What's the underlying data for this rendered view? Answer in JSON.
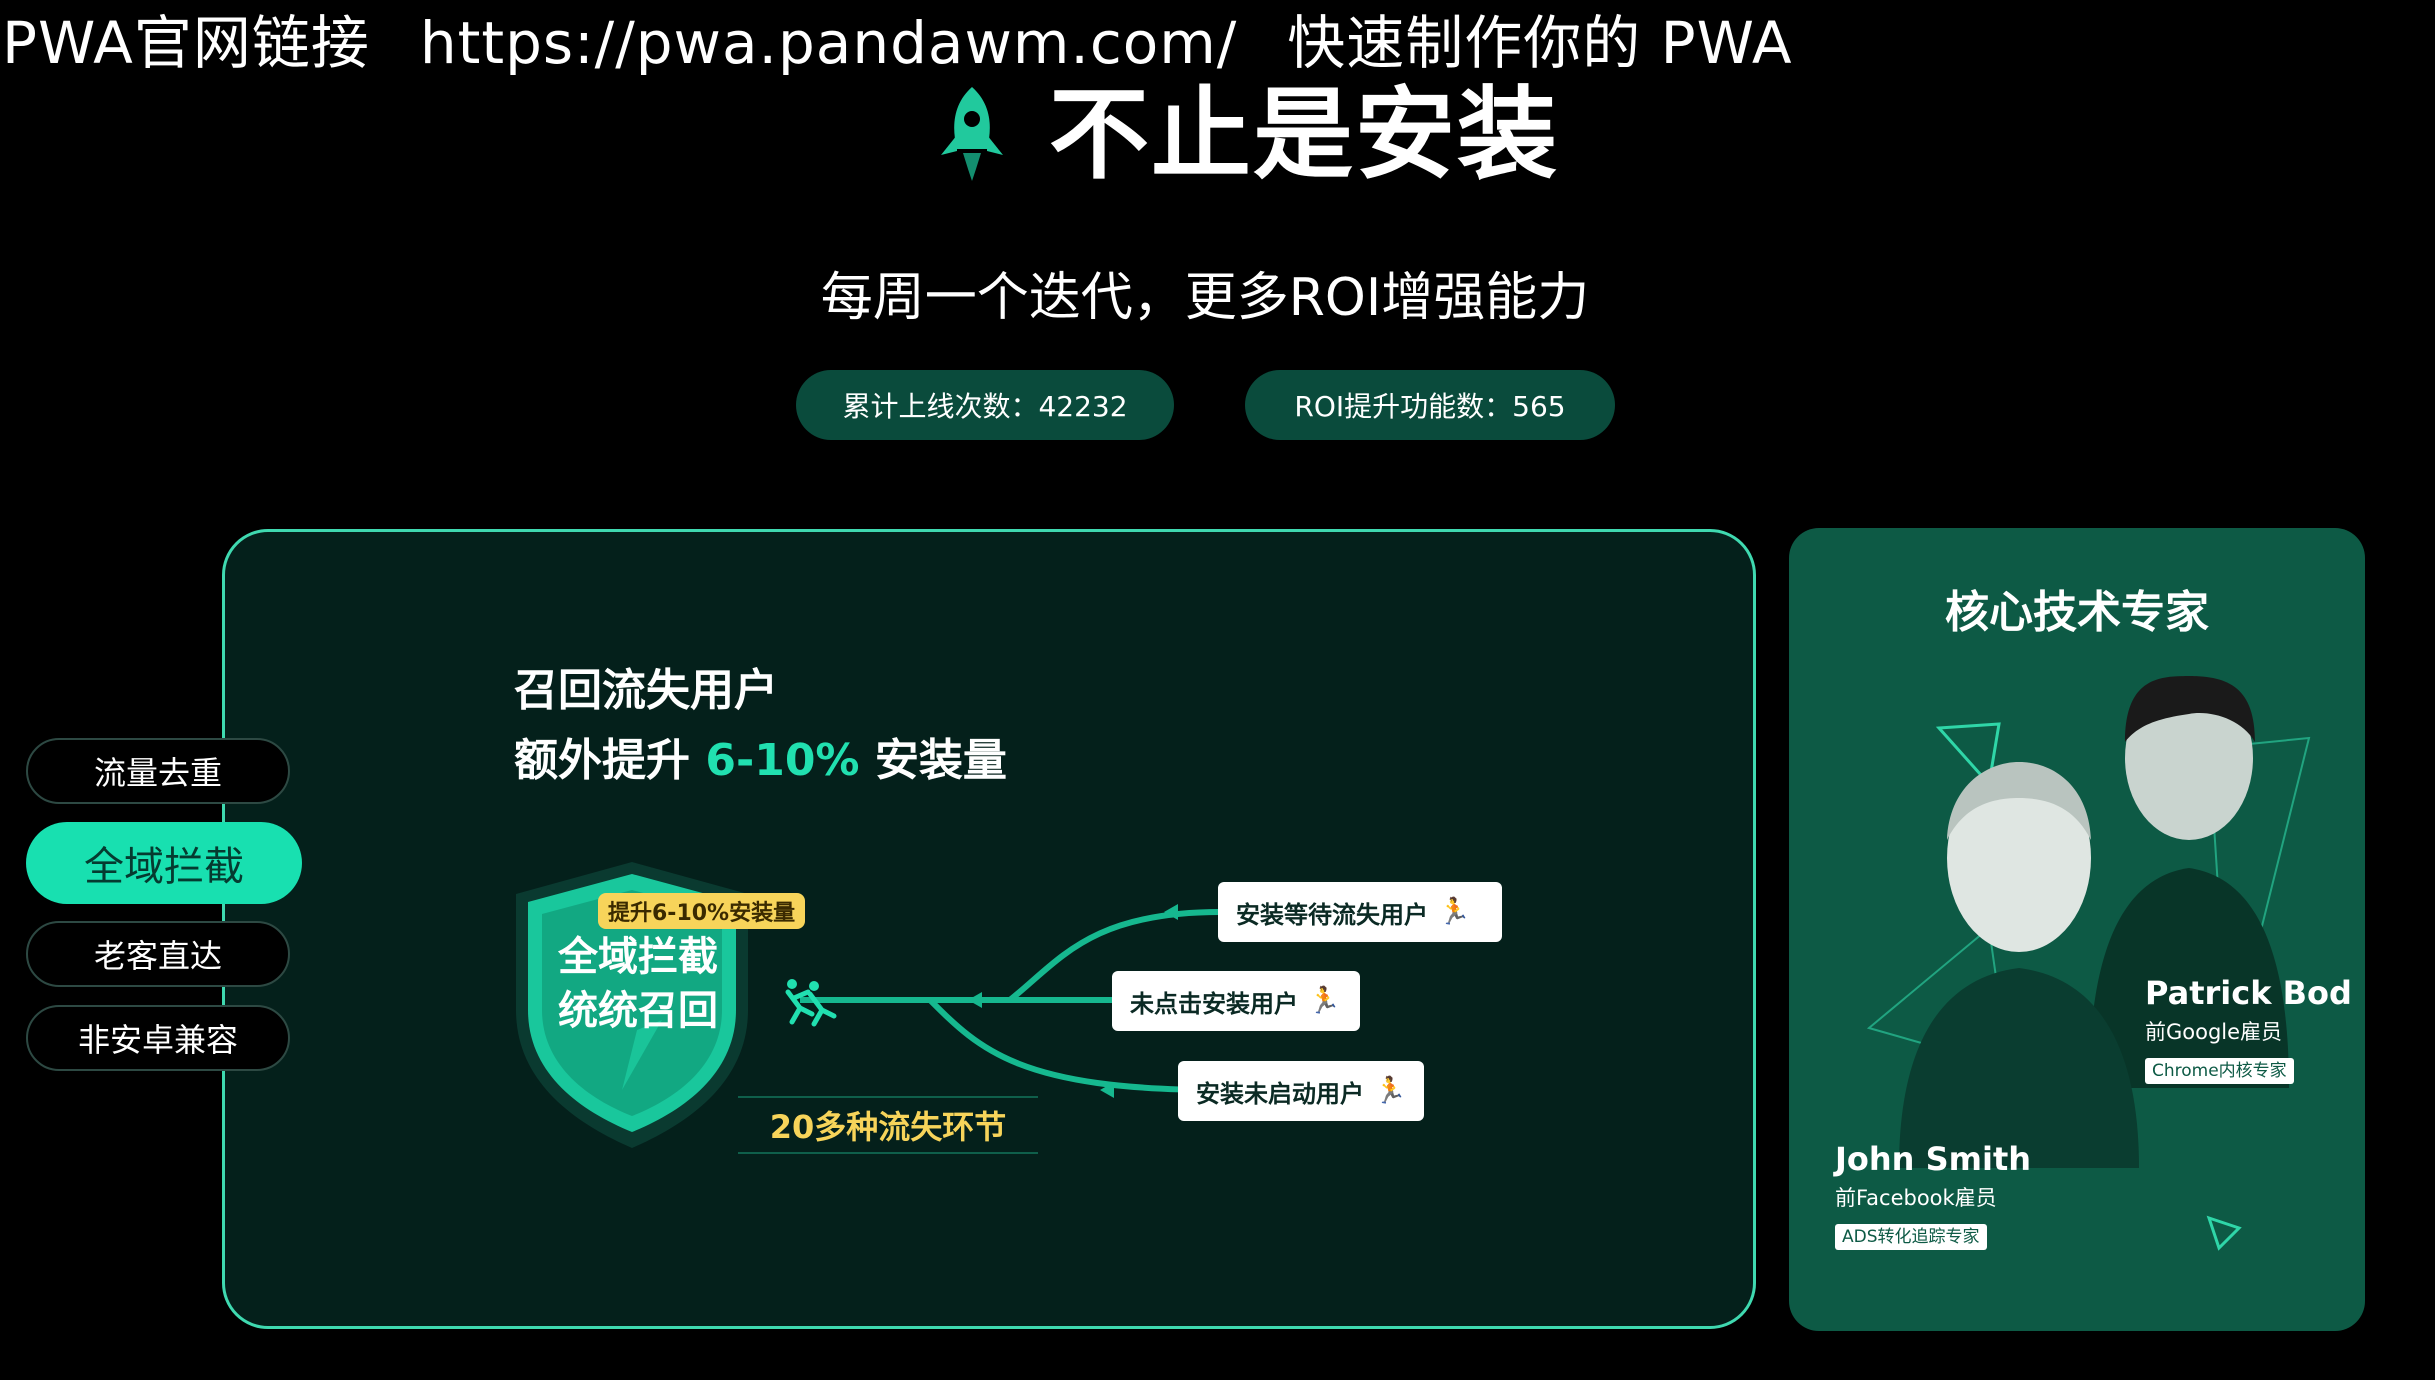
{
  "banner": {
    "part1": "PWA官网链接",
    "url": "https://pwa.pandawm.com/",
    "part3": "快速制作你的 PWA"
  },
  "header": {
    "icon": "rocket-icon",
    "title": "不止是安装",
    "subtitle": "每周一个迭代，更多ROI增强能力"
  },
  "stats": {
    "releases": "累计上线次数：42232",
    "roi_features": "ROI提升功能数：565"
  },
  "side_tabs": [
    {
      "label": "流量去重",
      "active": false
    },
    {
      "label": "全域拦截",
      "active": true
    },
    {
      "label": "老客直达",
      "active": false
    },
    {
      "label": "非安卓兼容",
      "active": false
    }
  ],
  "feature": {
    "line1": "召回流失用户",
    "line2_prefix": "额外提升",
    "line2_accent": "6-10%",
    "line2_suffix": "安装量",
    "shield_badge": "提升6-10%安装量",
    "shield_line1": "全域拦截",
    "shield_line2": "统统召回",
    "ribbon": "20多种流失环节",
    "chips": [
      "安装等待流失用户",
      "未点击安装用户",
      "安装未启动用户"
    ]
  },
  "experts": {
    "title": "核心技术专家",
    "people": [
      {
        "name": "Patrick Bod",
        "role": "前Google雇员",
        "tag": "Chrome内核专家"
      },
      {
        "name": "John Smith",
        "role": "前Facebook雇员",
        "tag": "ADS转化追踪专家"
      }
    ]
  },
  "colors": {
    "accent": "#21e0b0",
    "pill_bg": "#0a4b3c",
    "card_bg": "#04201b",
    "expert_bg": "#0d5a45",
    "badge_yellow": "#f7d45a"
  }
}
